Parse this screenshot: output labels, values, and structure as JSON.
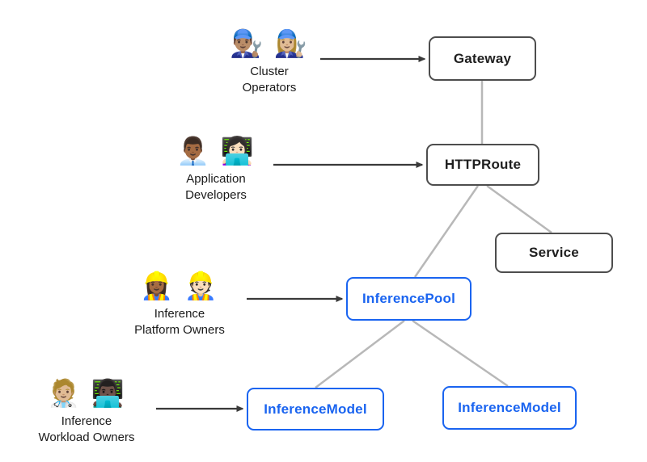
{
  "diagram": {
    "kind": "resource-model-tree",
    "colors": {
      "background": "#ffffff",
      "node_border_dark": "#4d4d4d",
      "node_text_dark": "#1f1f1f",
      "accent_blue": "#1a64f0",
      "connector_gray": "#b8b8b8",
      "arrow_dark": "#3a3a3a"
    },
    "nodes": [
      {
        "id": "gateway",
        "label": "Gateway",
        "style": "dark"
      },
      {
        "id": "httproute",
        "label": "HTTPRoute",
        "style": "dark"
      },
      {
        "id": "service",
        "label": "Service",
        "style": "dark"
      },
      {
        "id": "inferencepool",
        "label": "InferencePool",
        "style": "blue"
      },
      {
        "id": "inferencemodel-left",
        "label": "InferenceModel",
        "style": "blue"
      },
      {
        "id": "inferencemodel-right",
        "label": "InferenceModel",
        "style": "blue"
      }
    ],
    "actors": [
      {
        "id": "cluster-operators",
        "emoji": "👨🏽‍🔧 👩🏼‍🔧",
        "label": "Cluster\nOperators",
        "points_to": "gateway"
      },
      {
        "id": "application-developers",
        "emoji": "👨🏾‍💼 👩🏻‍💻",
        "label": "Application\nDevelopers",
        "points_to": "httproute"
      },
      {
        "id": "inference-platform-owners",
        "emoji": "👷🏾‍♀️ 👷🏻",
        "label": "Inference\nPlatform Owners",
        "points_to": "inferencepool"
      },
      {
        "id": "inference-workload-owners",
        "emoji": "🧑🏼‍⚕️ 👨🏿‍💻",
        "label": "Inference\nWorkload Owners",
        "points_to": "inferencemodel-left"
      }
    ],
    "edges": [
      {
        "from": "gateway",
        "to": "httproute"
      },
      {
        "from": "httproute",
        "to": "service"
      },
      {
        "from": "httproute",
        "to": "inferencepool"
      },
      {
        "from": "inferencepool",
        "to": "inferencemodel-left"
      },
      {
        "from": "inferencepool",
        "to": "inferencemodel-right"
      }
    ]
  }
}
